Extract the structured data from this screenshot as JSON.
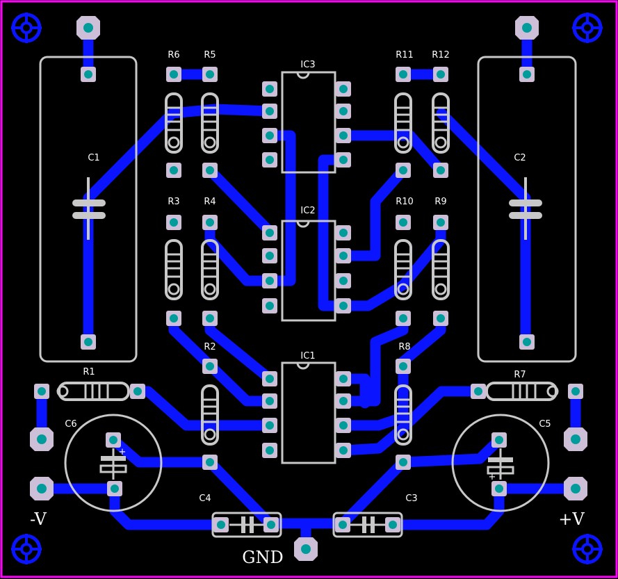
{
  "colors": {
    "background": "#000000",
    "board_outline": "#ff00ff",
    "trace": "#0a14ff",
    "silkscreen": "#c8c8c8",
    "pad_fill": "#cdbfd8",
    "pad_hole": "#009c9c"
  },
  "icons": [
    "mounting-hole-icon",
    "capacitor-symbol-icon",
    "resistor-symbol-icon"
  ],
  "labels": {
    "c1": "C1",
    "c2": "C2",
    "c3": "C3",
    "c4": "C4",
    "c5": "C5",
    "c6": "C6",
    "ic1": "IC1",
    "ic2": "IC2",
    "ic3": "IC3",
    "r1": "R1",
    "r2": "R2",
    "r3": "R3",
    "r4": "R4",
    "r5": "R5",
    "r6": "R6",
    "r7": "R7",
    "r8": "R8",
    "r9": "R9",
    "r10": "R10",
    "r11": "R11",
    "r12": "R12",
    "minus_v": "-V",
    "plus_v": "+V",
    "gnd": "GND",
    "plus_sign_c6": "+",
    "plus_sign_c5": "+"
  }
}
